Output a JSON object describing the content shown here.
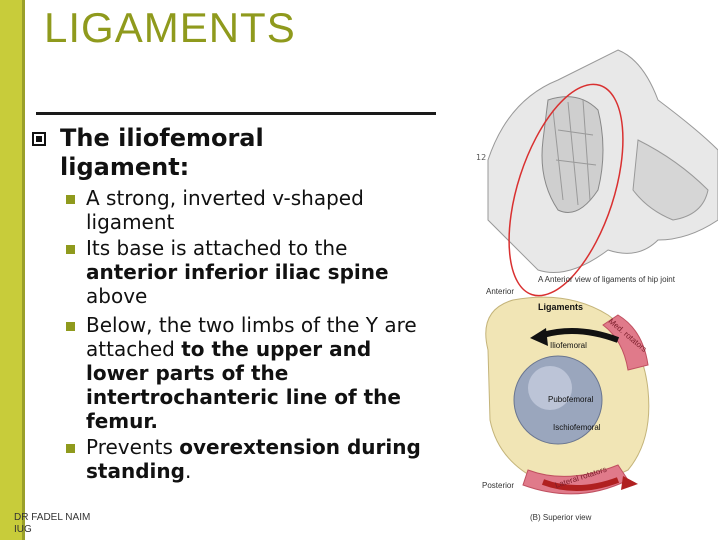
{
  "slide": {
    "title": "LIGAMENTS",
    "main_point": "The iliofemoral ligament:",
    "points": [
      {
        "before": "A strong, inverted v-shaped ligament",
        "bold": "",
        "after": ""
      },
      {
        "before": "Its base is attached to the ",
        "bold": "anterior inferior iliac spine",
        "after": " above"
      },
      {
        "before": "Below, the two limbs of the Y are attached ",
        "bold": "to the upper and lower parts of the intertrochanteric line of the femur.",
        "after": ""
      },
      {
        "before": "Prevents ",
        "bold": "overextension during standing",
        "after": "."
      }
    ],
    "footer_line1": "DR FADEL NAIM",
    "footer_line2": "IUG"
  },
  "figure": {
    "top_caption": "A  Anterior view of ligaments of hip joint",
    "top_label_anterior": "Anterior",
    "ligaments_label": "Ligaments",
    "mod_rotators": "Med. rotators",
    "iliofemoral": "Iliofemoral",
    "pubofemoral": "Pubofemoral",
    "ischiofemoral": "Ischiofemoral",
    "lateral_rotators": "Lateral rotators",
    "posterior": "Posterior",
    "bottom_caption": "(B)  Superior view",
    "marker_12": "12"
  },
  "colors": {
    "accent": "#8f9a1d",
    "sidebar": "#c8cc3a",
    "circle": "#d93030"
  }
}
